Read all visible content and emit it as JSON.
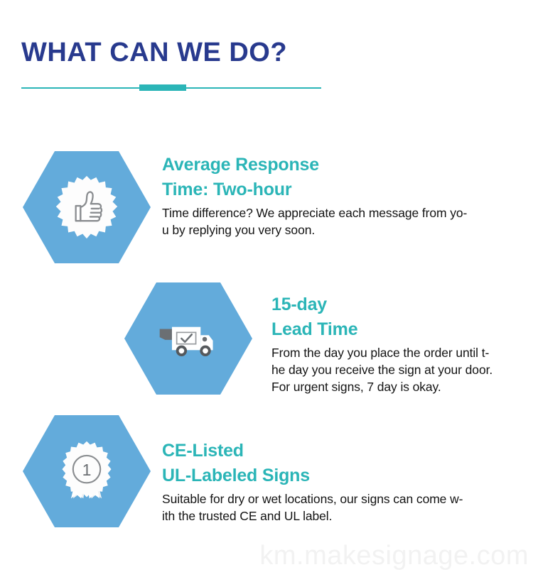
{
  "header": {
    "title": "WHAT CAN WE DO?"
  },
  "colors": {
    "title_navy": "#283a8e",
    "accent_teal": "#2bb5b7",
    "hexagon_blue": "#63abdb",
    "body_text": "#141414",
    "watermark_gray": "#f2f2f2",
    "background": "#ffffff"
  },
  "features": [
    {
      "icon_name": "thumbs-up-badge-icon",
      "heading_line1": "Average Response",
      "heading_line2": "Time: Two-hour",
      "body_lines": [
        "Time difference? We appreciate each message from yo-",
        "u by replying you very soon."
      ]
    },
    {
      "icon_name": "delivery-truck-icon",
      "heading_line1": "15-day",
      "heading_line2": "Lead Time",
      "body_lines": [
        "From the day you place the order until t-",
        "he day you receive the sign at your door.",
        "For urgent signs, 7 day is okay."
      ]
    },
    {
      "icon_name": "award-ribbon-icon",
      "heading_line1": "CE-Listed",
      "heading_line2": "UL-Labeled Signs",
      "body_lines": [
        "Suitable for dry or wet locations, our signs can come w-",
        "ith the trusted CE and UL label."
      ]
    }
  ],
  "watermark": {
    "text": "km.makesignage.com"
  }
}
